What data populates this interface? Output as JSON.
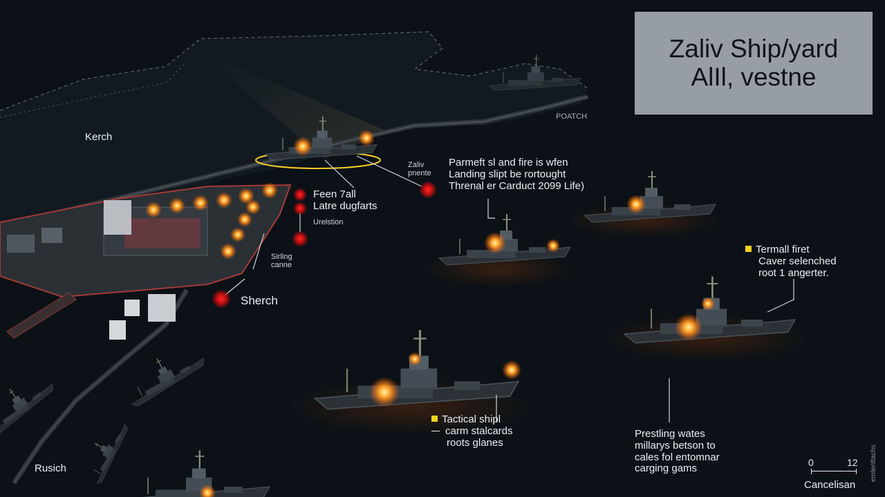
{
  "title": {
    "line1": "Zaliv Ship/yard",
    "line2": "AlIl, vestne"
  },
  "places": {
    "kerch": "Kerch",
    "rusich": "Rusich",
    "sherch": "Sherch",
    "poatch": "POATCH",
    "zaliv_line1": "Zaliv",
    "zaliv_line2": "pnente",
    "urelstion": "Urelstion",
    "sirling_line1": "Sirling",
    "sirling_line2": "canne"
  },
  "annotations": {
    "feen": {
      "line1": "Feen 7all",
      "line2": "Latre dugfarts"
    },
    "parmeft": {
      "line1": "Parmeft sl and fire is wfen",
      "line2": "Landing slipt be rortought",
      "line3": "Threnal er Carduct 2099 Life)"
    },
    "termall": {
      "line1": "Termall firet",
      "line2": "Caver selenched",
      "line3": "root 1 angerter."
    },
    "tactical": {
      "line1": "Tactical shipl",
      "line2": "carm stalcards",
      "line3": "roots glanes"
    },
    "prestling": {
      "line1": "Prestling wates",
      "line2": "millarys betson to",
      "line3": "cales fol entomnar",
      "line4": "carging gams"
    }
  },
  "legend_color": "#f2d21e",
  "scale": {
    "tick_start": "0",
    "tick_end": "12",
    "label": "Cancelisan"
  },
  "side_credit": "emlenttachs",
  "colors": {
    "water": "#0b1116",
    "land": "#11181d",
    "fire": "#ff8a1e",
    "marker": "#e0161b"
  }
}
